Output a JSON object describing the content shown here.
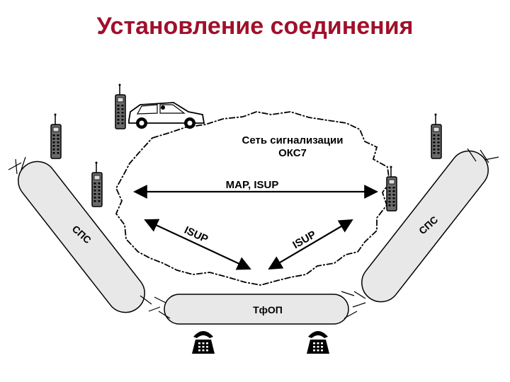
{
  "title": "Установление соединения",
  "diagram": {
    "cloud_label_line1": "Сеть сигнализации",
    "cloud_label_line2": "ОКС7",
    "arrow_main_label": "MAP, ISUP",
    "arrow_left_label": "ISUP",
    "arrow_right_label": "ISUP",
    "left_network_label": "СПС",
    "right_network_label": "СПС",
    "bottom_network_label": "ТфОП",
    "icons": [
      "mobile-phone-icon",
      "car-icon",
      "desk-telephone-icon"
    ]
  }
}
